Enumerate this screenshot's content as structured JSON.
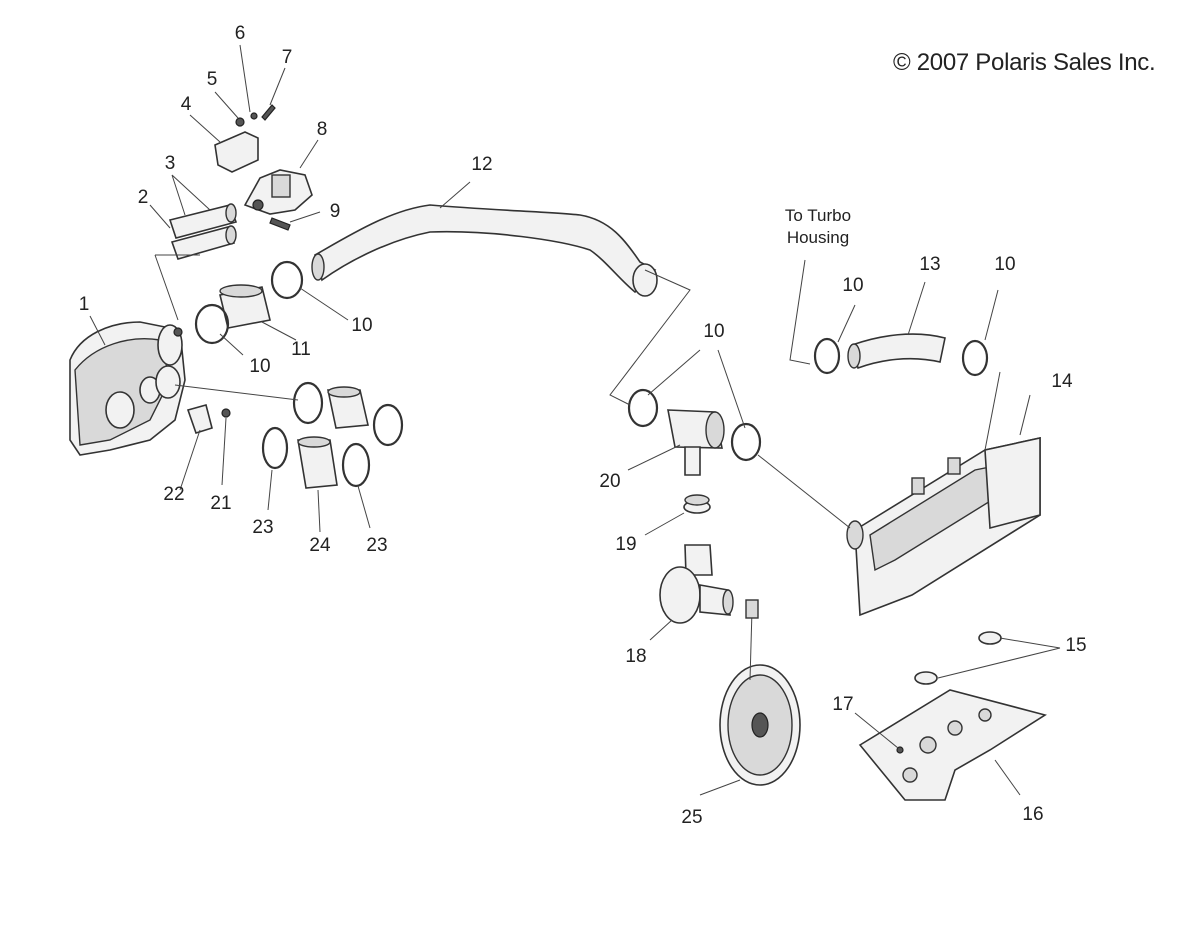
{
  "copyright": "© 2007 Polaris Sales Inc.",
  "note": {
    "line1": "To Turbo",
    "line2": "Housing"
  },
  "callouts": {
    "c1": "1",
    "c2": "2",
    "c3": "3",
    "c4": "4",
    "c5": "5",
    "c6": "6",
    "c7": "7",
    "c8": "8",
    "c9": "9",
    "c10a": "10",
    "c10b": "10",
    "c10c": "10",
    "c10d": "10",
    "c10e": "10",
    "c11": "11",
    "c12": "12",
    "c13": "13",
    "c14": "14",
    "c15": "15",
    "c16": "16",
    "c17": "17",
    "c18": "18",
    "c19": "19",
    "c20": "20",
    "c21": "21",
    "c22": "22",
    "c23a": "23",
    "c23b": "23",
    "c24": "24",
    "c25": "25"
  }
}
